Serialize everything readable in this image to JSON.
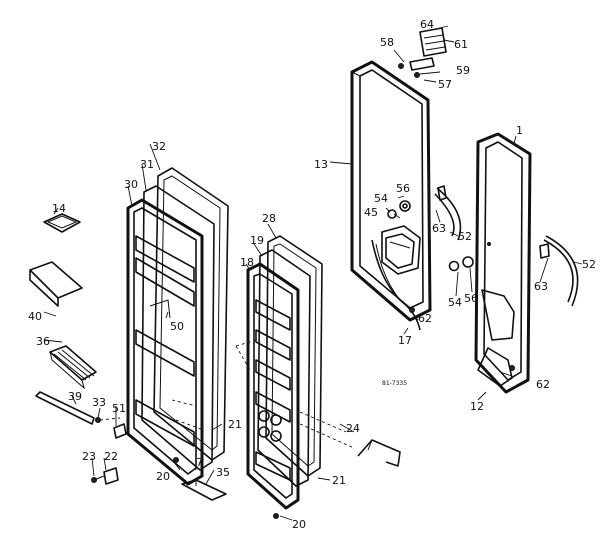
{
  "diagram": {
    "title": "",
    "figure_code": "81-7335",
    "callouts": {
      "c1": "1",
      "c12": "12",
      "c13": "13",
      "c14": "14",
      "c17": "17",
      "c18": "18",
      "c19": "19",
      "c20a": "20",
      "c20b": "20",
      "c21a": "21",
      "c21b": "21",
      "c23": "23",
      "c22": "22",
      "c24": "24",
      "c28": "28",
      "c30": "30",
      "c31": "31",
      "c32": "32",
      "c33": "33",
      "c35": "35",
      "c36": "36",
      "c39": "39",
      "c40": "40",
      "c45": "45",
      "c50": "50",
      "c51": "51",
      "c52a": "52",
      "c52b": "52",
      "c54a": "54",
      "c54b": "54",
      "c56a": "56",
      "c56b": "56",
      "c57": "57",
      "c58": "58",
      "c59": "59",
      "c61": "61",
      "c62a": "62",
      "c62b": "62",
      "c63a": "63",
      "c63b": "63",
      "c64": "64",
      "c7": "7"
    }
  }
}
